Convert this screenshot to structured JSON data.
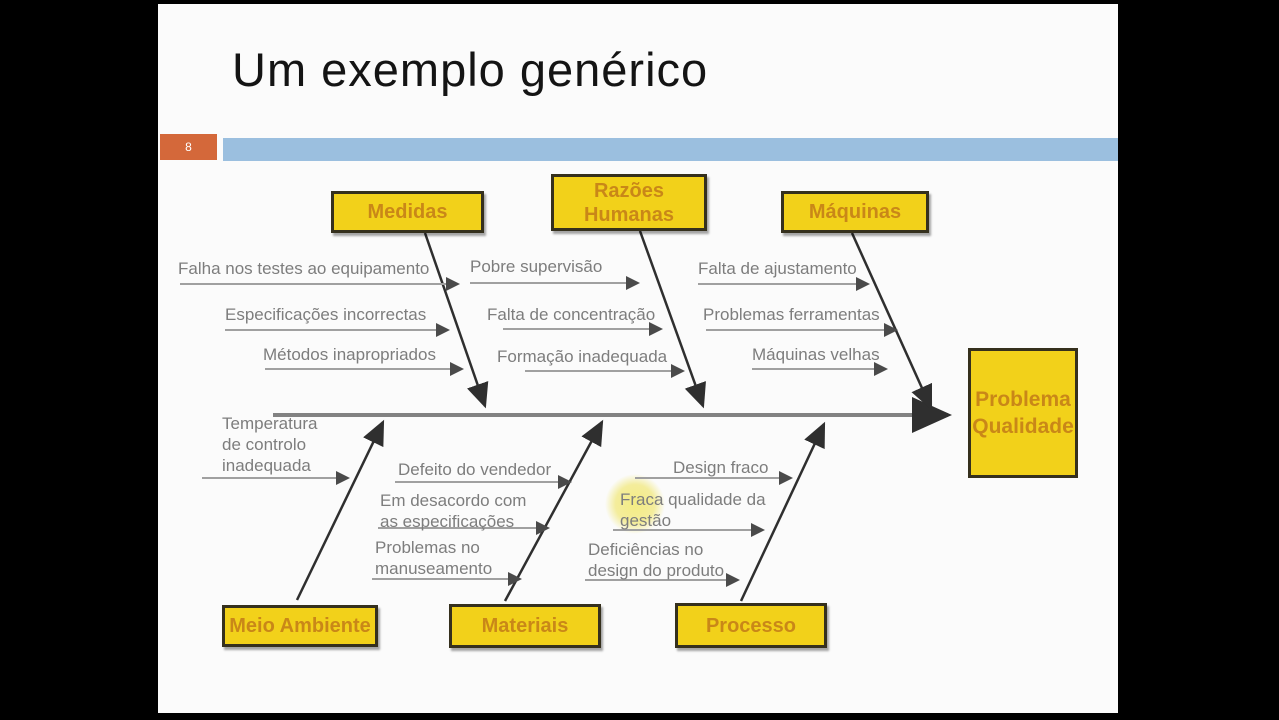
{
  "slide": {
    "title": "Um exemplo genérico",
    "page_number": "8",
    "accent_bar_color": "#9bbfdf",
    "page_number_bg": "#d4683a"
  },
  "diagram": {
    "type": "fishbone-ishikawa",
    "effect": {
      "label": "Problema\nQualidade"
    },
    "top_categories": [
      {
        "label": "Medidas",
        "causes": [
          "Falha nos testes ao equipamento",
          "Especificações incorrectas",
          "Métodos inapropriados"
        ]
      },
      {
        "label": "Razões\nHumanas",
        "causes": [
          "Pobre supervisão",
          "Falta de concentração",
          "Formação inadequada"
        ]
      },
      {
        "label": "Máquinas",
        "causes": [
          "Falta de ajustamento",
          "Problemas ferramentas",
          "Máquinas velhas"
        ]
      }
    ],
    "bottom_categories": [
      {
        "label": "Meio Ambiente",
        "causes": [
          "Temperatura\nde controlo\ninadequada"
        ]
      },
      {
        "label": "Materiais",
        "causes": [
          "Defeito do vendedor",
          "Em desacordo com\nas especificações",
          "Problemas no\nmanuseamento"
        ]
      },
      {
        "label": "Processo",
        "causes": [
          "Design fraco",
          "Fraca qualidade da\ngestão",
          "Deficiências no\ndesign do produto"
        ]
      }
    ],
    "box_fill_color": "#f2d11a",
    "box_text_color": "#c98718",
    "highlight_color": "#f0e87e"
  }
}
